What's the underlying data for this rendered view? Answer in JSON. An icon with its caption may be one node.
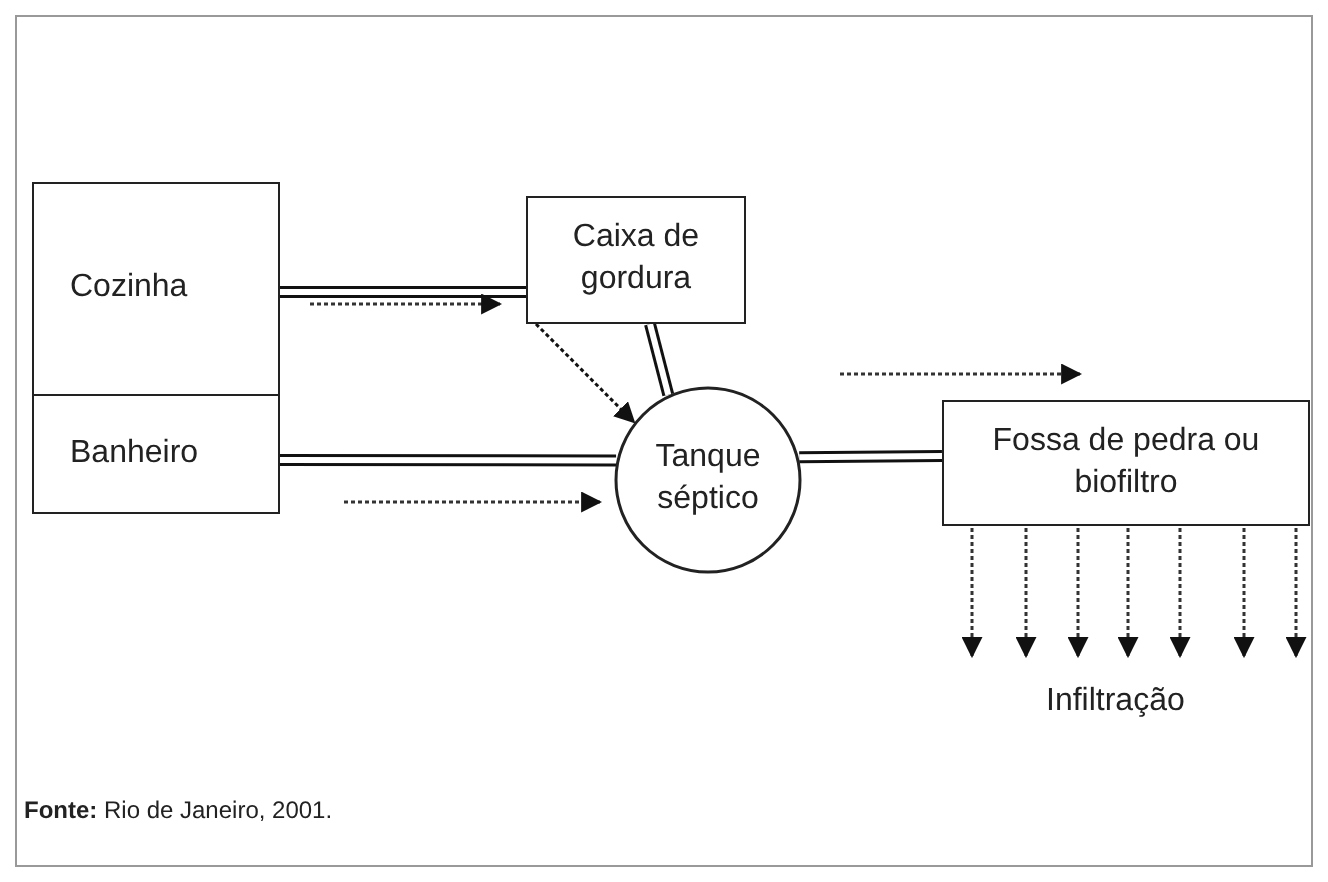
{
  "diagram": {
    "nodes": [
      {
        "text": [
          "Cozinha"
        ]
      },
      {
        "text": [
          "Banheiro"
        ]
      },
      {
        "text": [
          "Caixa de gordura"
        ]
      },
      {
        "text": [
          "Tanque séptico"
        ]
      },
      {
        "text": [
          "Fossa de pedra ou biofiltro"
        ]
      }
    ],
    "edges": [
      {
        "from": 0,
        "to": 2,
        "arrow": "none"
      },
      {
        "from": 2,
        "to": 3,
        "arrow": "none"
      },
      {
        "from": 1,
        "to": 3,
        "arrow": "none"
      },
      {
        "from": 3,
        "to": 4,
        "arrow": "none"
      },
      {
        "from": 2,
        "to": 3,
        "arrow": "to",
        "style": "dashed"
      }
    ],
    "labels": [
      "Infiltração",
      "**Fonte:** Rio de Janeiro, 2001."
    ]
  }
}
